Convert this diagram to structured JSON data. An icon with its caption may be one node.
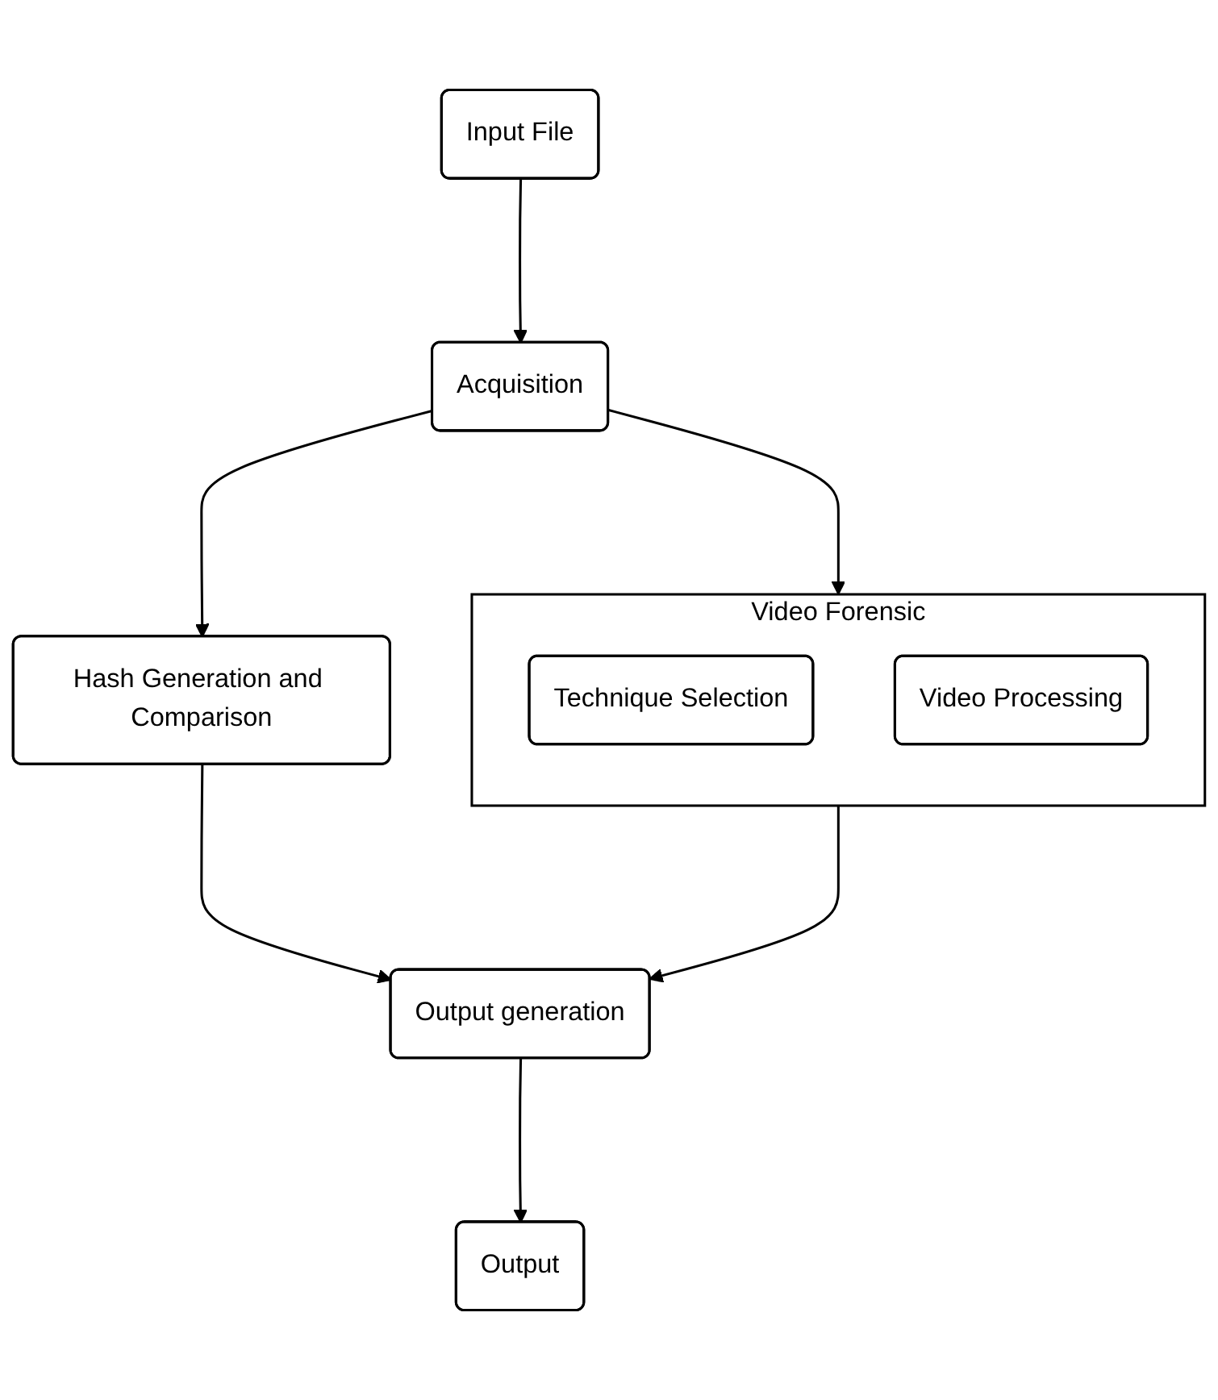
{
  "diagram": {
    "nodes": [
      {
        "text": [
          "Input File"
        ]
      },
      {
        "text": [
          "Acquisition"
        ]
      },
      {
        "text": [
          "Video Forensic"
        ]
      },
      {
        "text": [
          "Technique Selection"
        ],
        "in": 2
      },
      {
        "text": [
          "Video Processing"
        ],
        "in": 2
      },
      {
        "text": [
          "Hash Generation and Comparison"
        ]
      },
      {
        "text": [
          "Output generation"
        ]
      },
      {
        "text": [
          "Output"
        ]
      }
    ],
    "edges": [
      {
        "from": 0,
        "to": 1,
        "arrow": "to"
      },
      {
        "from": 1,
        "to": 2,
        "arrow": "to"
      },
      {
        "from": 2,
        "to": 6,
        "arrow": "to"
      },
      {
        "from": 1,
        "to": 5,
        "arrow": "to"
      },
      {
        "from": 5,
        "to": 6,
        "arrow": "to"
      },
      {
        "from": 6,
        "to": 7,
        "arrow": "to"
      }
    ]
  }
}
